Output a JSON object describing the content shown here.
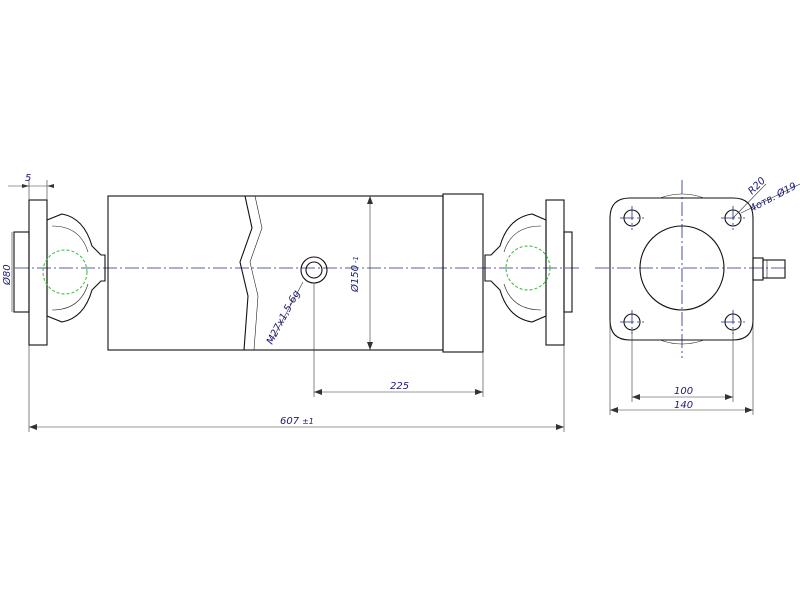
{
  "dimensions": {
    "flange_thickness": "5",
    "trunnion_dia": "Ø80",
    "body_dia": "Ø150",
    "body_dia_tol": "-1",
    "port_thread": "M27x1,5-6g",
    "port_offset": "225",
    "overall_length": "607",
    "overall_length_tol": "±1",
    "bolt_spacing": "100",
    "flange_width": "140",
    "corner_radius": "R20",
    "holes": "4отв. Ø19"
  },
  "colors": {
    "line": "#111111",
    "dimension_text": "#1a1a7a",
    "axis": "#1e2a8a",
    "highlight": "#33bb33"
  }
}
